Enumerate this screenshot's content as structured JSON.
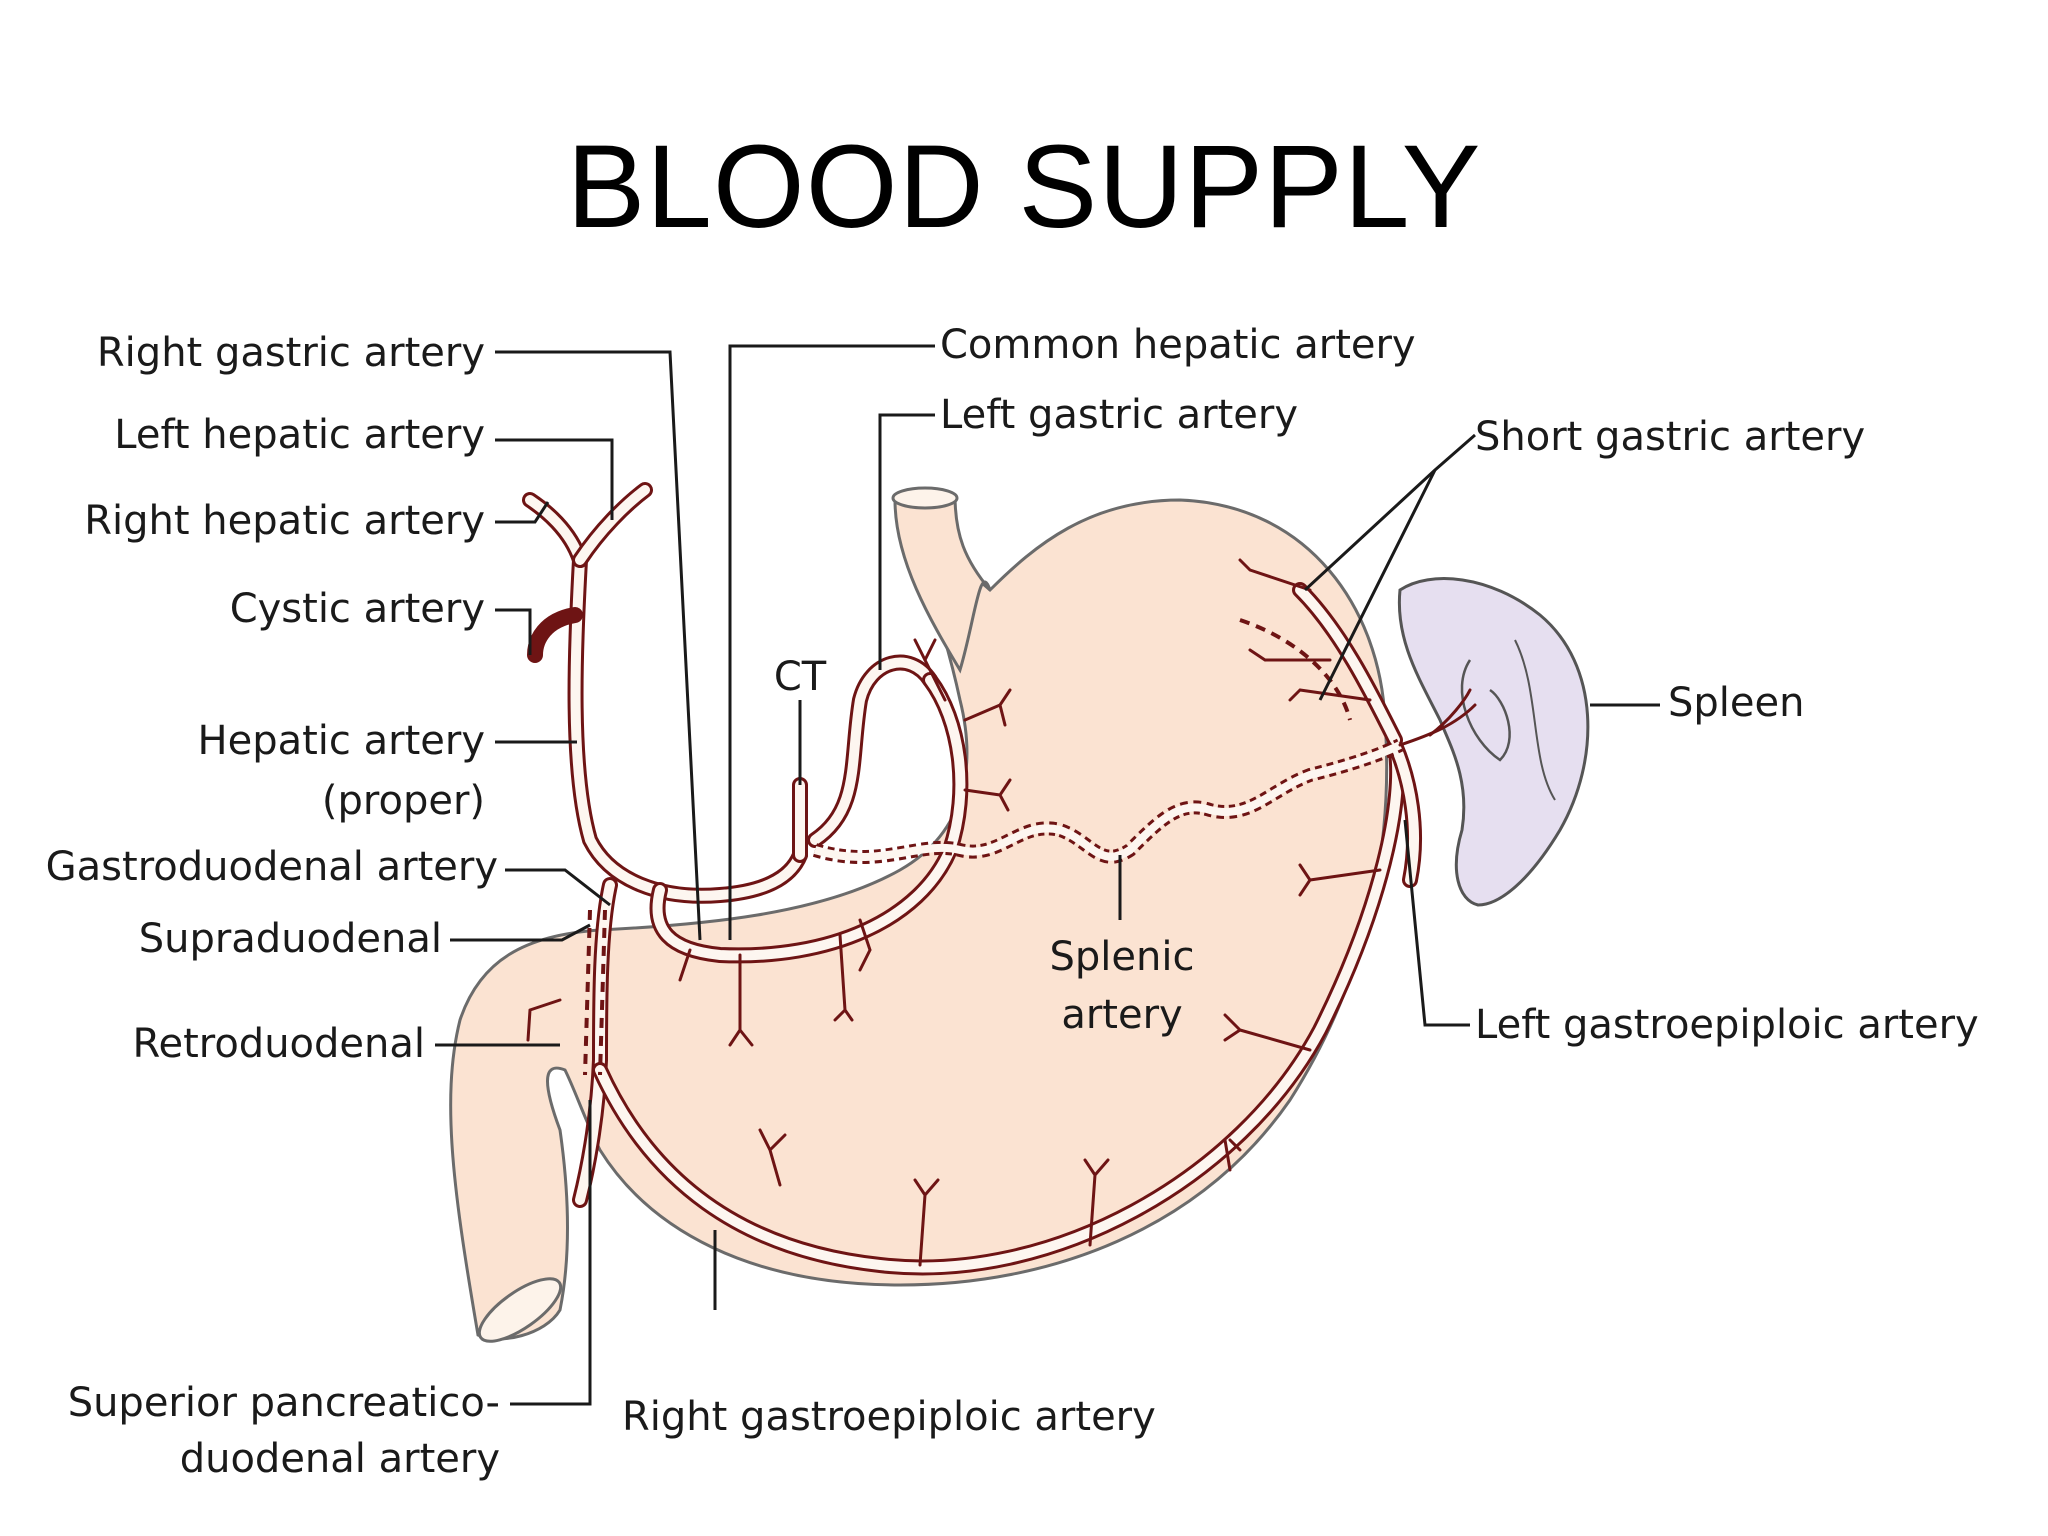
{
  "title": "BLOOD SUPPLY",
  "labels": {
    "right_gastric_artery": "Right gastric artery",
    "left_hepatic_artery": "Left hepatic artery",
    "right_hepatic_artery": "Right hepatic artery",
    "cystic_artery": "Cystic artery",
    "hepatic_artery_proper_1": "Hepatic artery",
    "hepatic_artery_proper_2": "(proper)",
    "gastroduodenal_artery": "Gastroduodenal artery",
    "supraduodenal": "Supraduodenal",
    "retroduodenal": "Retroduodenal",
    "superior_pancreaticoduodenal_1": "Superior pancreatico-",
    "superior_pancreaticoduodenal_2": "duodenal artery",
    "right_gastroepiploic_artery": "Right gastroepiploic artery",
    "common_hepatic_artery": "Common hepatic artery",
    "left_gastric_artery": "Left gastric artery",
    "ct": "CT",
    "splenic_artery_1": "Splenic",
    "splenic_artery_2": "artery",
    "short_gastric_artery": "Short gastric artery",
    "spleen": "Spleen",
    "left_gastroepiploic_artery": "Left gastroepiploic artery"
  },
  "colors": {
    "stomach_fill": "#fbe3d2",
    "stomach_outline": "#6b6b6b",
    "artery": "#6e1414",
    "spleen_fill": "#e6dff0"
  }
}
